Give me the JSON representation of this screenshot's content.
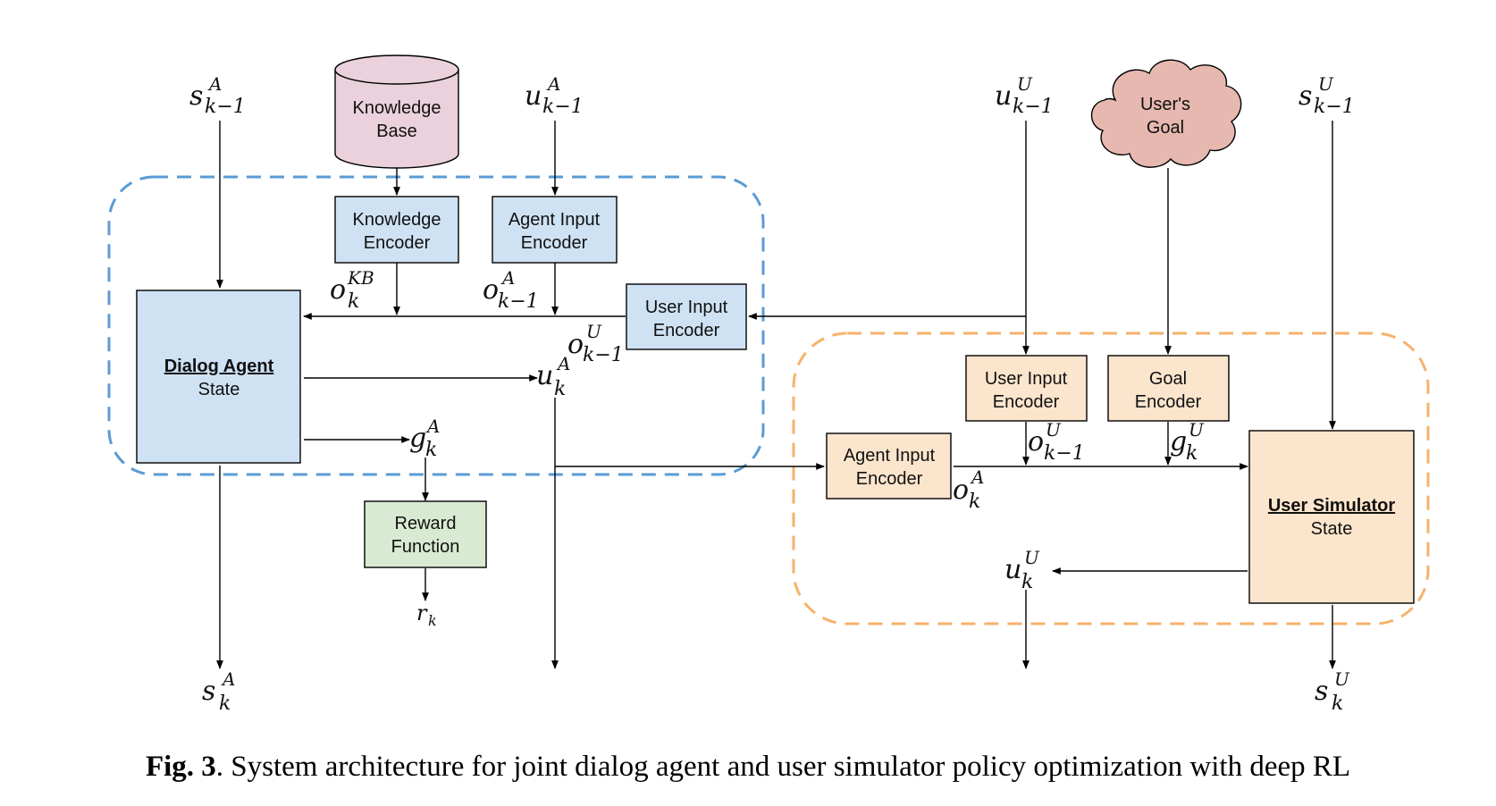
{
  "boxes": {
    "knowledge_base": {
      "line1": "Knowledge",
      "line2": "Base"
    },
    "knowledge_encoder": {
      "line1": "Knowledge",
      "line2": "Encoder"
    },
    "agent_input_encoder_top": {
      "line1": "Agent Input",
      "line2": "Encoder"
    },
    "user_input_encoder_agent": {
      "line1": "User Input",
      "line2": "Encoder"
    },
    "dialog_agent": {
      "line1": "Dialog Agent",
      "line2": "State"
    },
    "reward_function": {
      "line1": "Reward",
      "line2": "Function"
    },
    "users_goal": {
      "line1": "User's",
      "line2": "Goal"
    },
    "user_input_encoder_sim": {
      "line1": "User Input",
      "line2": "Encoder"
    },
    "goal_encoder": {
      "line1": "Goal",
      "line2": "Encoder"
    },
    "agent_input_encoder_sim": {
      "line1": "Agent Input",
      "line2": "Encoder"
    },
    "user_simulator": {
      "line1": "User Simulator",
      "line2": "State"
    }
  },
  "math_labels": {
    "s_prev_agent": {
      "base": "s",
      "sup": "A",
      "sub": "k−1"
    },
    "u_prev_agent": {
      "base": "u",
      "sup": "A",
      "sub": "k−1"
    },
    "u_prev_user": {
      "base": "u",
      "sup": "U",
      "sub": "k−1"
    },
    "s_prev_user": {
      "base": "s",
      "sup": "U",
      "sub": "k−1"
    },
    "o_kb": {
      "base": "o",
      "sup": "KB",
      "sub": "k"
    },
    "o_agent_prev": {
      "base": "o",
      "sup": "A",
      "sub": "k−1"
    },
    "o_user_prev_agent": {
      "base": "o",
      "sup": "U",
      "sub": "k−1"
    },
    "u_agent": {
      "base": "u",
      "sup": "A",
      "sub": "k"
    },
    "g_agent": {
      "base": "g",
      "sup": "A",
      "sub": "k"
    },
    "r": {
      "base": "r",
      "sub": "k"
    },
    "s_agent": {
      "base": "s",
      "sup": "A",
      "sub": "k"
    },
    "o_user_prev_sim": {
      "base": "o",
      "sup": "U",
      "sub": "k−1"
    },
    "g_user": {
      "base": "g",
      "sup": "U",
      "sub": "k"
    },
    "o_agent_sim": {
      "base": "o",
      "sup": "A",
      "sub": "k"
    },
    "u_user": {
      "base": "u",
      "sup": "U",
      "sub": "k"
    },
    "s_user": {
      "base": "s",
      "sup": "U",
      "sub": "k"
    }
  },
  "caption": {
    "prefix": "Fig. 3",
    "text": ". System architecture for joint dialog agent and user simulator policy optimization with deep RL"
  },
  "colors": {
    "agent_box_fill": "#cfe2f3",
    "sim_box_fill": "#fce5cd",
    "kb_fill": "#ead1dc",
    "goal_cloud_fill": "#e6b8af",
    "reward_fill": "#d9ead3",
    "agent_region_border": "#5b9bd5",
    "sim_region_border": "#f6b26b"
  }
}
